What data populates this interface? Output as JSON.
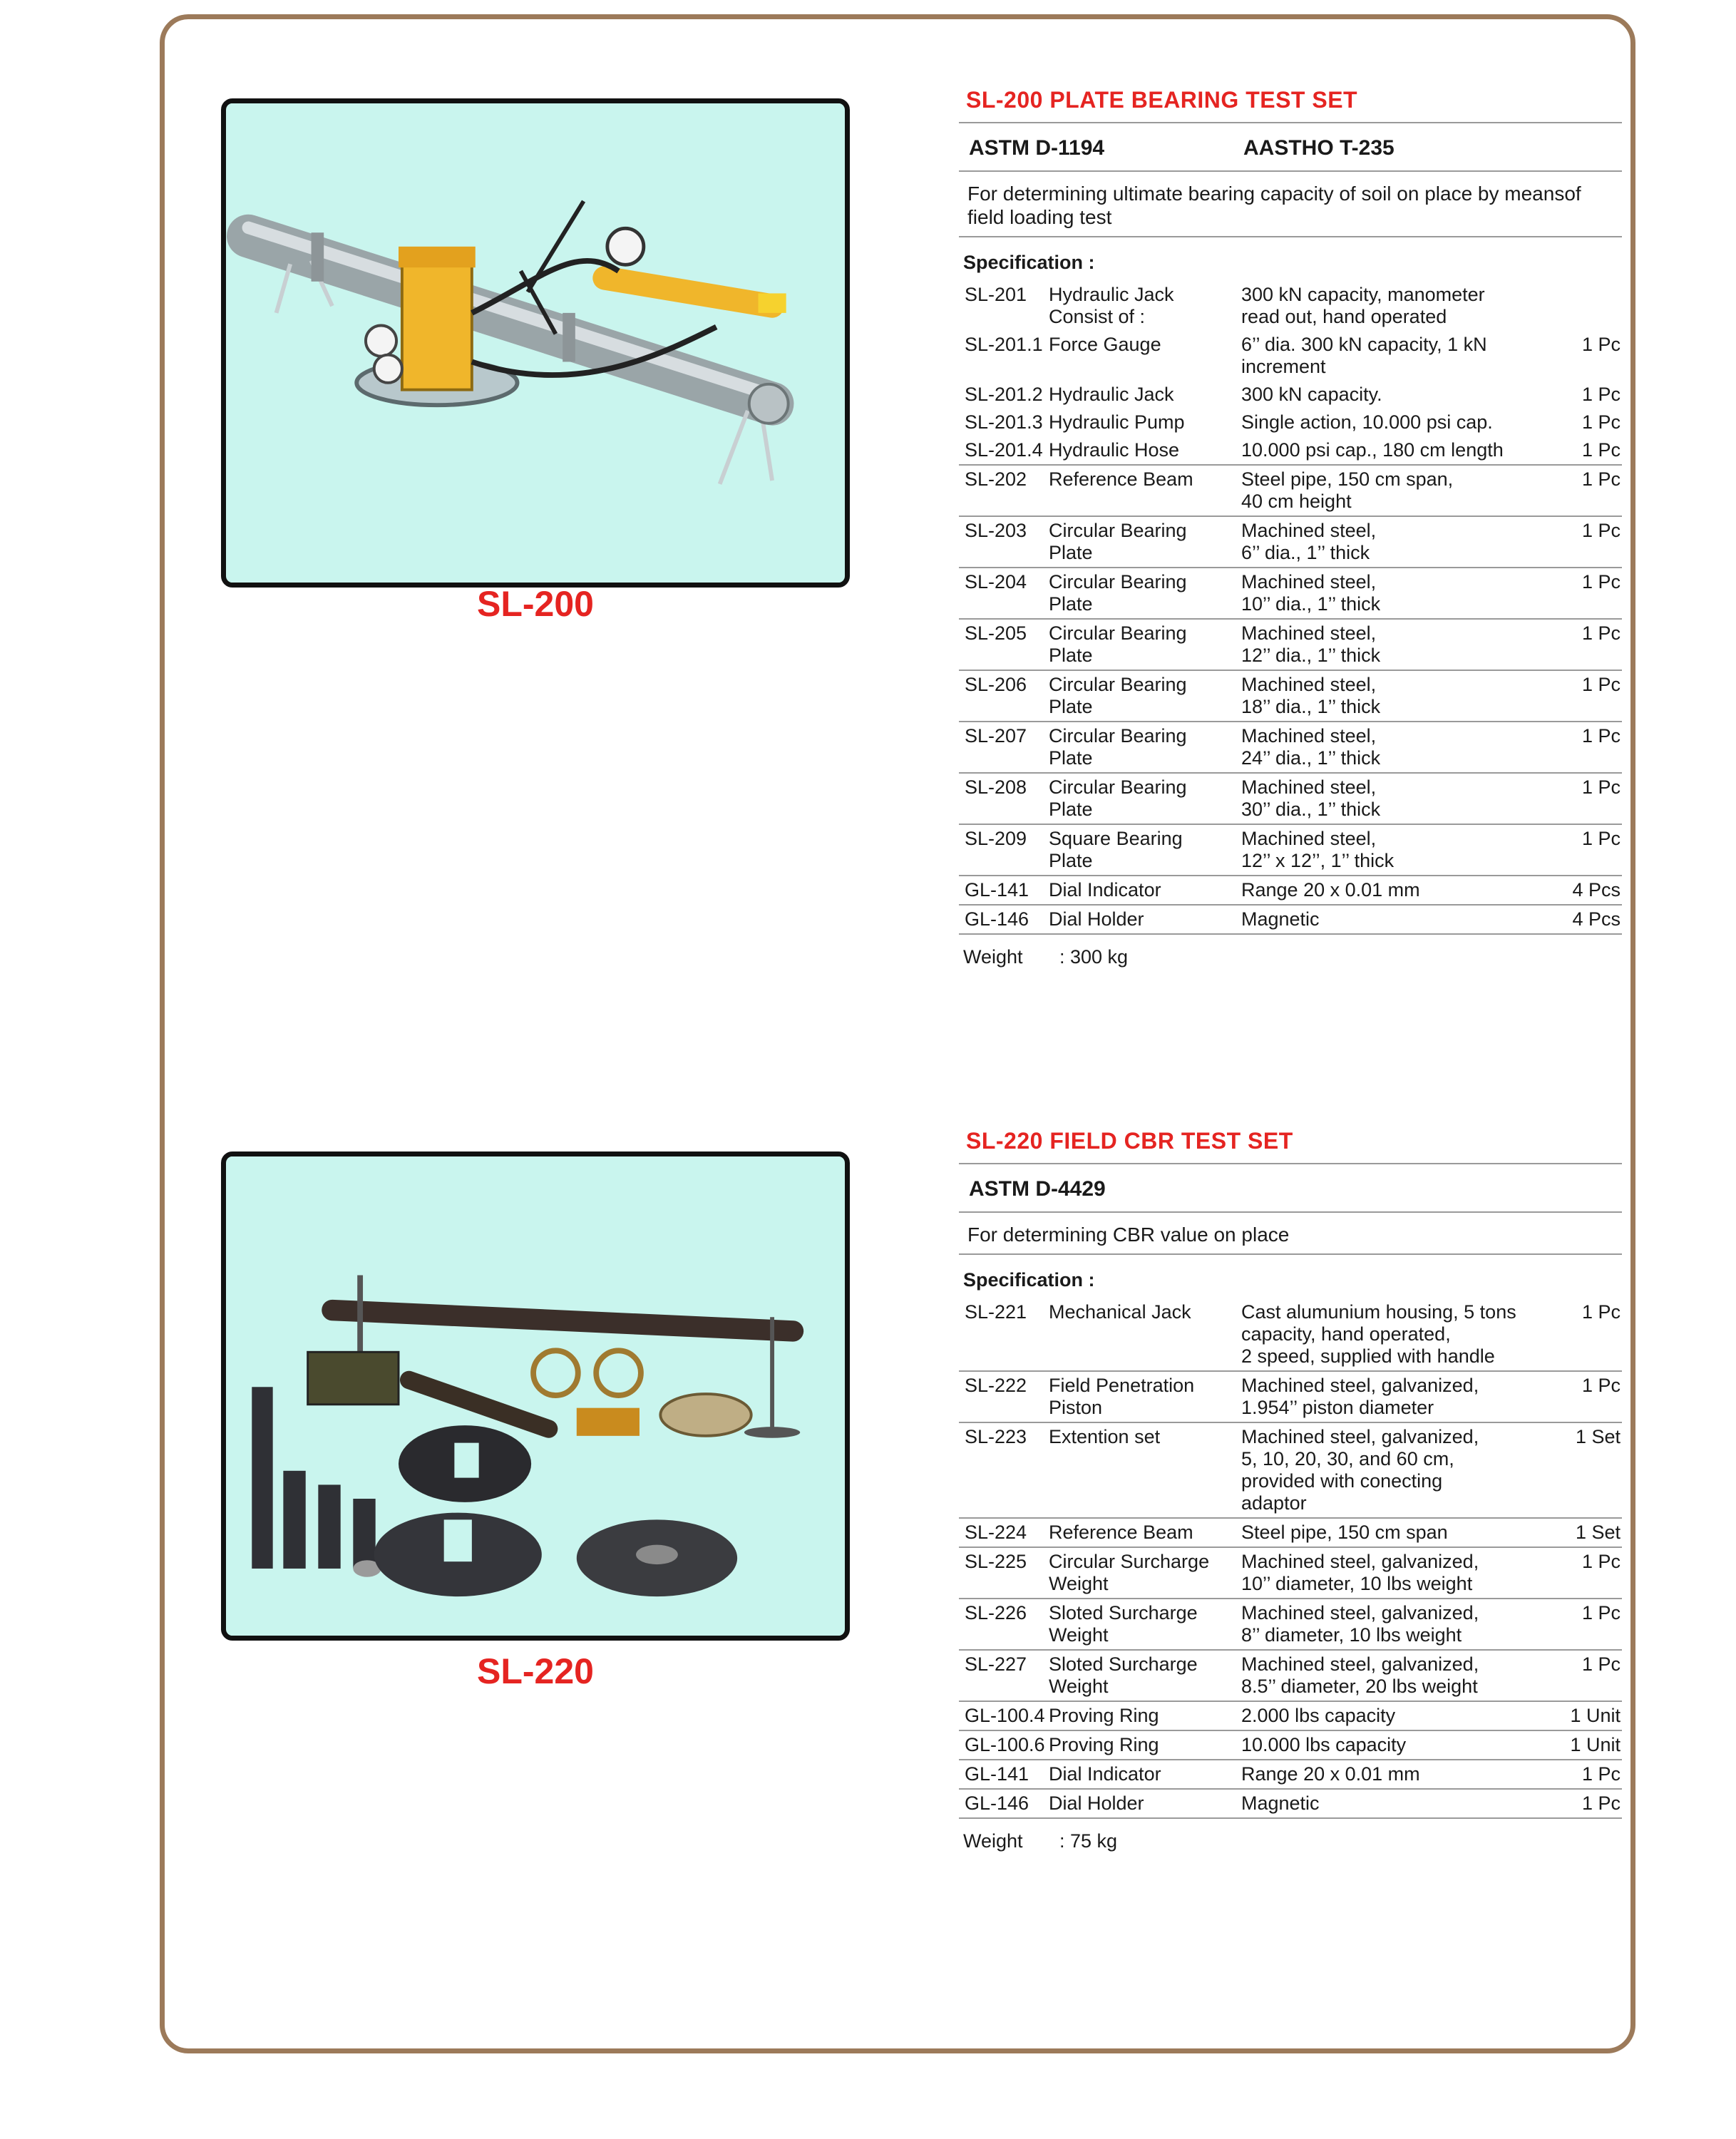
{
  "sl200": {
    "label": "SL-200",
    "title": "SL-200  PLATE BEARING TEST SET",
    "standards": [
      "ASTM D-1194",
      "AASTHO T-235"
    ],
    "description": "For determining ultimate bearing capacity of soil on place by meansof field loading test",
    "spec_heading": "Specification :",
    "rows": [
      {
        "code": "SL-201",
        "name": "Hydraulic Jack\n Consist of :",
        "desc": "300 kN capacity, manometer\nread out, hand operated",
        "qty": ""
      },
      {
        "code": "SL-201.1",
        "name": "Force Gauge",
        "desc": "6’’ dia. 300 kN capacity, 1 kN\nincrement",
        "qty": "1 Pc"
      },
      {
        "code": "SL-201.2",
        "name": "Hydraulic Jack",
        "desc": "300 kN capacity.",
        "qty": "1 Pc"
      },
      {
        "code": "SL-201.3",
        "name": "Hydraulic Pump",
        "desc": "Single action, 10.000 psi cap.",
        "qty": "1 Pc"
      },
      {
        "code": "SL-201.4",
        "name": "Hydraulic Hose",
        "desc": "10.000 psi cap., 180 cm length",
        "qty": "1 Pc"
      },
      {
        "code": "SL-202",
        "name": "Reference Beam",
        "desc": "Steel pipe, 150 cm span,\n40 cm height",
        "qty": "1 Pc"
      },
      {
        "code": "SL-203",
        "name": "Circular Bearing\nPlate",
        "desc": "Machined steel,\n6’’ dia., 1’’ thick",
        "qty": "1 Pc"
      },
      {
        "code": "SL-204",
        "name": "Circular Bearing\nPlate",
        "desc": "Machined steel,\n10’’ dia., 1’’ thick",
        "qty": "1 Pc"
      },
      {
        "code": "SL-205",
        "name": "Circular Bearing\nPlate",
        "desc": "Machined steel,\n12’’ dia., 1’’ thick",
        "qty": "1 Pc"
      },
      {
        "code": "SL-206",
        "name": "Circular Bearing\nPlate",
        "desc": "Machined steel,\n18’’ dia., 1’’ thick",
        "qty": "1 Pc"
      },
      {
        "code": "SL-207",
        "name": "Circular Bearing\nPlate",
        "desc": "Machined steel,\n24’’ dia., 1’’ thick",
        "qty": "1 Pc"
      },
      {
        "code": "SL-208",
        "name": "Circular Bearing\nPlate",
        "desc": "Machined steel,\n30’’ dia., 1’’ thick",
        "qty": "1 Pc"
      },
      {
        "code": "SL-209",
        "name": "Square Bearing\nPlate",
        "desc": "Machined steel,\n12’’ x 12’’, 1’’ thick",
        "qty": "1 Pc"
      },
      {
        "code": "GL-141",
        "name": "Dial Indicator",
        "desc": "Range 20 x 0.01 mm",
        "qty": "4 Pcs"
      },
      {
        "code": "GL-146",
        "name": "Dial Holder",
        "desc": "Magnetic",
        "qty": "4 Pcs"
      }
    ],
    "weight_label": "Weight",
    "weight_value": ":  300 kg"
  },
  "sl220": {
    "label": "SL-220",
    "title": "SL-220  FIELD CBR TEST SET",
    "standards": [
      "ASTM D-4429"
    ],
    "description": "For determining CBR value on place",
    "spec_heading": "Specification :",
    "rows": [
      {
        "code": "SL-221",
        "name": "Mechanical Jack",
        "desc": "Cast alumunium housing, 5 tons\ncapacity, hand operated,\n2 speed, supplied with handle",
        "qty": "1 Pc"
      },
      {
        "code": "SL-222",
        "name": "Field Penetration\nPiston",
        "desc": "Machined steel, galvanized,\n1.954’’ piston diameter",
        "qty": "1 Pc"
      },
      {
        "code": "SL-223",
        "name": "Extention set",
        "desc": "Machined steel, galvanized,\n5, 10, 20, 30, and 60 cm,\nprovided with conecting\nadaptor",
        "qty": "1 Set"
      },
      {
        "code": "SL-224",
        "name": "Reference Beam",
        "desc": "Steel pipe, 150 cm span",
        "qty": "1 Set"
      },
      {
        "code": "SL-225",
        "name": "Circular Surcharge\nWeight",
        "desc": "Machined steel, galvanized,\n10’’ diameter, 10 lbs weight",
        "qty": "1 Pc"
      },
      {
        "code": "SL-226",
        "name": "Sloted Surcharge\nWeight",
        "desc": "Machined steel, galvanized,\n8’’ diameter, 10 lbs weight",
        "qty": "1 Pc"
      },
      {
        "code": "SL-227",
        "name": "Sloted Surcharge\nWeight",
        "desc": "Machined steel, galvanized,\n8.5’’ diameter, 20 lbs weight",
        "qty": "1 Pc"
      },
      {
        "code": "GL-100.4",
        "name": "Proving Ring",
        "desc": "2.000 lbs capacity",
        "qty": "1 Unit"
      },
      {
        "code": "GL-100.6",
        "name": "Proving Ring",
        "desc": "10.000 lbs capacity",
        "qty": "1 Unit"
      },
      {
        "code": "GL-141",
        "name": "Dial Indicator",
        "desc": "Range 20 x 0.01 mm",
        "qty": "1 Pc"
      },
      {
        "code": "GL-146",
        "name": "Dial Holder",
        "desc": "Magnetic",
        "qty": "1 Pc"
      }
    ],
    "weight_label": "Weight",
    "weight_value": ":  75 kg"
  }
}
